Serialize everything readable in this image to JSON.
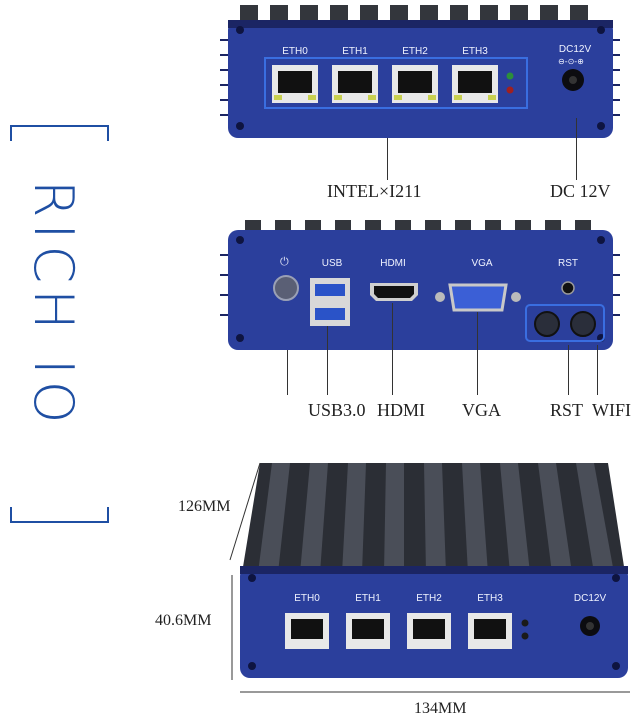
{
  "brand": {
    "text": "RICH IO",
    "color": "#1f4fa3"
  },
  "colors": {
    "chassis_blue": "#2b3f9c",
    "chassis_dark": "#1b2564",
    "fin_gray": "#3a3d44"
  },
  "front_panel": {
    "ports": [
      "ETH0",
      "ETH1",
      "ETH2",
      "ETH3"
    ],
    "power_label": "DC12V",
    "callouts": {
      "lan": "INTEL×I211",
      "power": "DC 12V"
    }
  },
  "rear_panel": {
    "labels": {
      "usb": "USB",
      "hdmi": "HDMI",
      "vga": "VGA",
      "rst": "RST"
    },
    "callouts": {
      "usb": "USB3.0",
      "hdmi": "HDMI",
      "vga": "VGA",
      "rst": "RST",
      "wifi": "WIFI"
    }
  },
  "iso_view": {
    "ports": [
      "ETH0",
      "ETH1",
      "ETH2",
      "ETH3"
    ],
    "power_label": "DC12V",
    "dimensions": {
      "depth": "126MM",
      "height": "40.6MM",
      "width": "134MM"
    }
  }
}
